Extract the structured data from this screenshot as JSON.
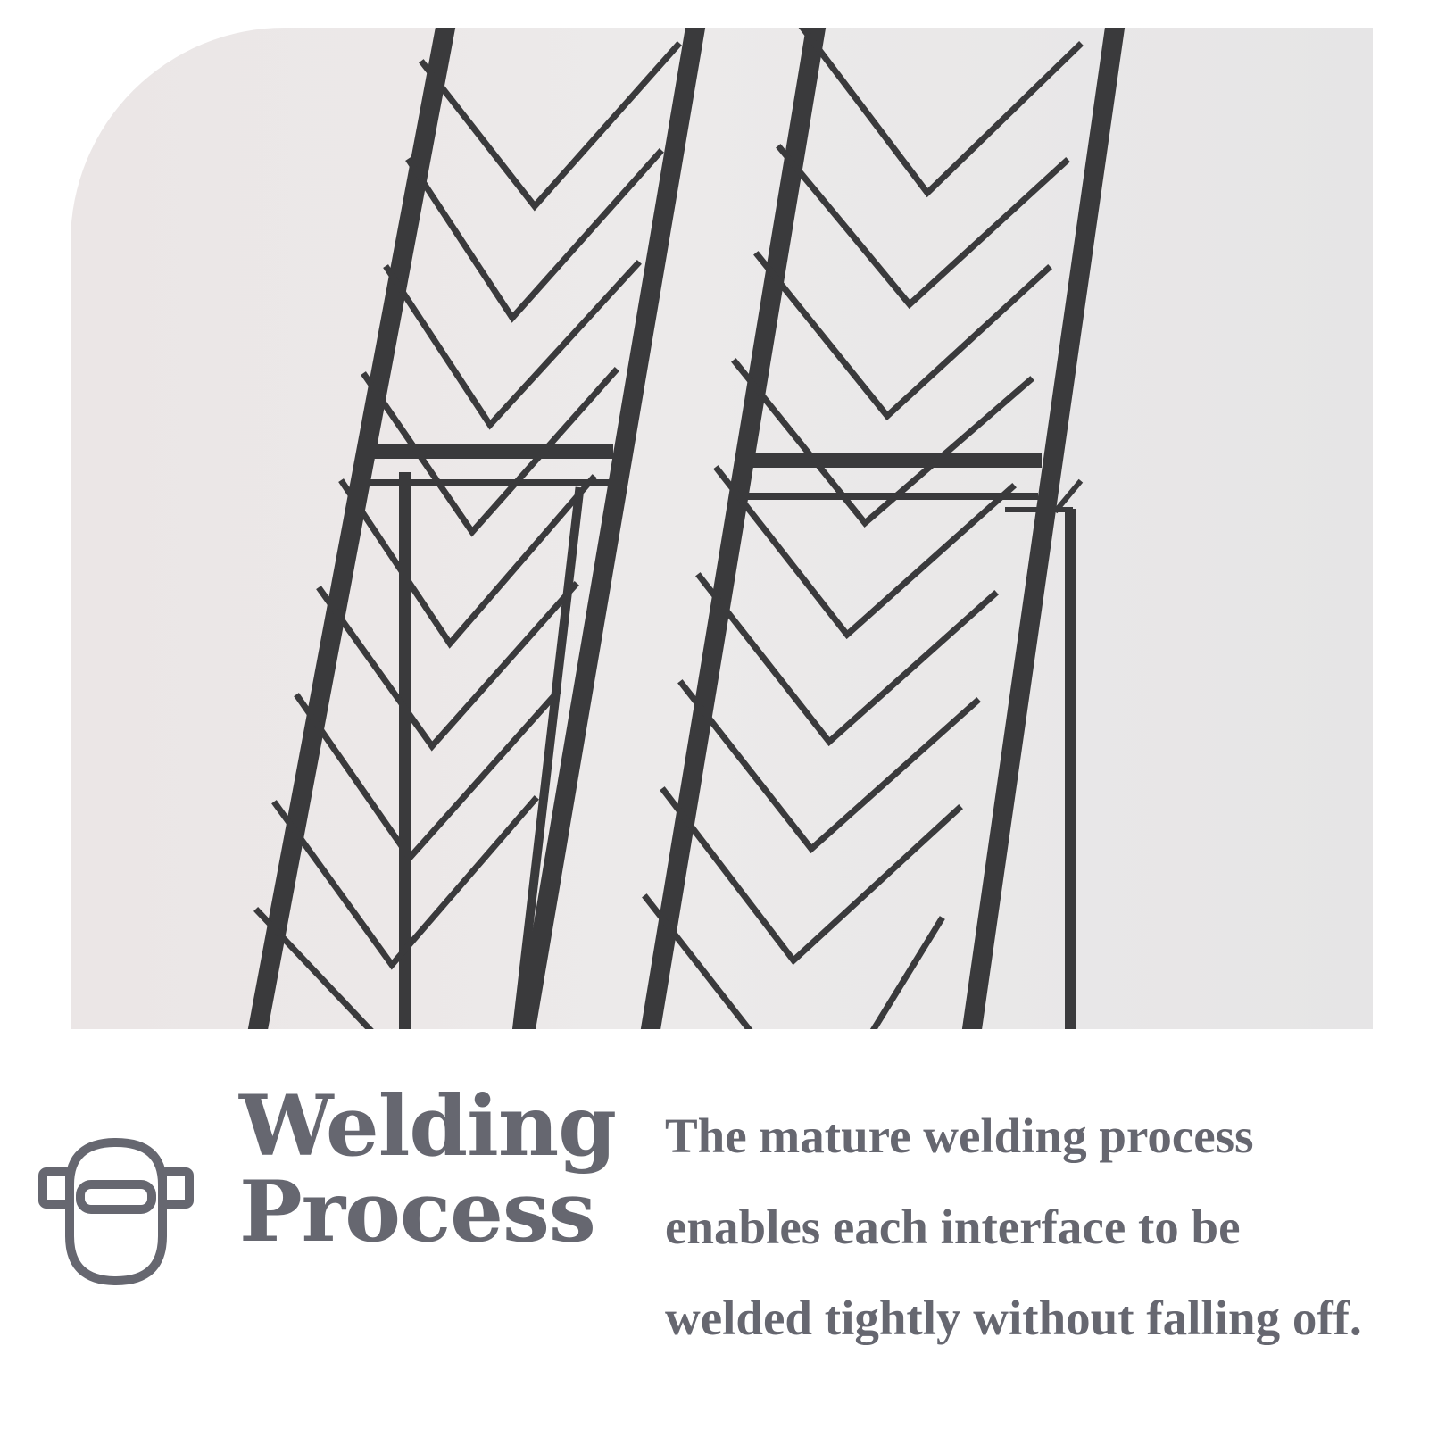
{
  "feature": {
    "title_line1": "Welding",
    "title_line2": "Process",
    "description_lines": [
      "The mature welding process",
      "enables each interface to be",
      "welded tightly without falling off."
    ]
  },
  "photo": {
    "subject": "black metal chevron display rack frames"
  },
  "icons": {
    "feature_icon": "welding-helmet-icon"
  },
  "colors": {
    "text": "#666770",
    "icon_stroke": "#666770",
    "frame": "#3a3a3c",
    "background": "#ffffff"
  }
}
